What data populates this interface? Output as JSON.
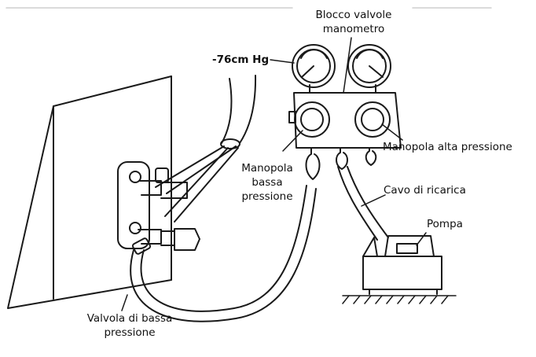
{
  "labels": {
    "gauge_block": [
      "Blocco valvole",
      "manometro"
    ],
    "vacuum_reading": "-76cm Hg",
    "high_knob": "Manopola alta pressione",
    "low_knob": [
      "Manopola",
      "bassa",
      "pressione"
    ],
    "charge_hose": "Cavo di ricarica",
    "pump": "Pompa",
    "low_valve": [
      "Valvola di bassa",
      "pressione"
    ]
  },
  "colors": {
    "line": "#1a1a1a",
    "background": "#ffffff",
    "text": "#111111"
  }
}
